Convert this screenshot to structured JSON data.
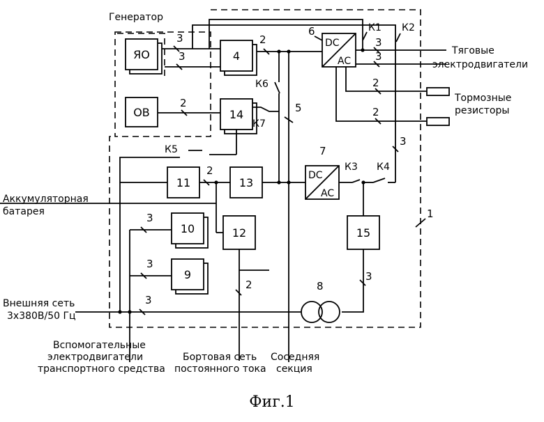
{
  "labels": {
    "generator": "Генератор",
    "traction_1": "Тяговые",
    "traction_2": "электродвигатели",
    "brake_1": "Тормозные",
    "brake_2": "резисторы",
    "battery_1": "Аккумуляторная",
    "battery_2": "батарея",
    "grid_1": "Внешняя сеть",
    "grid_2": "3х380В/50 Гц",
    "aux_1": "Вспомогательные",
    "aux_2": "электродвигатели",
    "aux_3": "транспортного средства",
    "board_1": "Бортовая сеть",
    "board_2": "постоянного тока",
    "neighbor_1": "Соседняя",
    "neighbor_2": "секция",
    "caption": "Фиг.1"
  },
  "blocks": {
    "yao": "ЯО",
    "ov": "ОВ",
    "b4": "4",
    "b14": "14",
    "b11": "11",
    "b13": "13",
    "b12": "12",
    "b10": "10",
    "b9": "9",
    "b15": "15",
    "dc": "DC",
    "ac": "AC",
    "dc7": "DC",
    "ac7": "AC"
  },
  "contactors": {
    "k1": "К1",
    "k2": "К2",
    "k3": "К3",
    "k4": "К4",
    "k5": "К5",
    "k6": "К6",
    "k7": "К7"
  },
  "ref_numbers": {
    "r1": "1",
    "r5": "5",
    "r6": "6",
    "r7": "7",
    "r8": "8"
  },
  "wire_counts": {
    "w_yao_top": "3",
    "w_yao_bot": "3",
    "w_4_out": "2",
    "w_trac_1": "3",
    "w_trac_2": "3",
    "w_brake_1": "2",
    "w_brake_2": "2",
    "w_ov": "2",
    "w_k4": "3",
    "w_11": "2",
    "w_10": "3",
    "w_9": "3",
    "w_grid": "3",
    "w_board": "2",
    "w_15": "3"
  }
}
